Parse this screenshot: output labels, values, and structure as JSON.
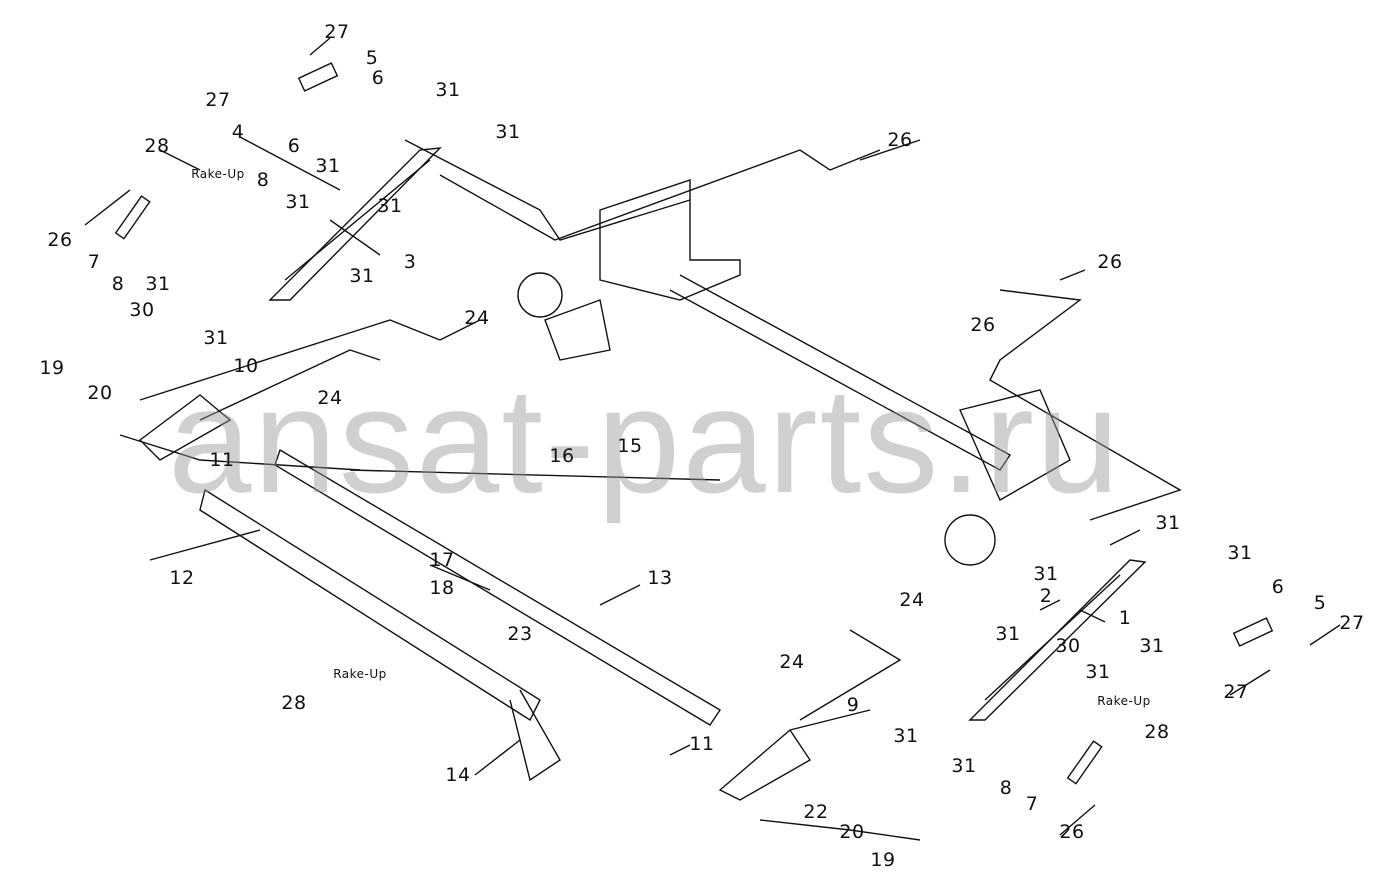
{
  "watermark": "ansat-parts.ru",
  "labels": [
    "27",
    "5",
    "27",
    "6",
    "31",
    "4",
    "6",
    "31",
    "31",
    "28",
    "Rake-Up",
    "8",
    "26",
    "31",
    "31",
    "3",
    "26",
    "7",
    "8",
    "31",
    "31",
    "30",
    "31",
    "24",
    "26",
    "26",
    "19",
    "10",
    "20",
    "24",
    "11",
    "16",
    "15",
    "31",
    "31",
    "12",
    "31",
    "17",
    "13",
    "2",
    "1",
    "6",
    "5",
    "18",
    "24",
    "27",
    "31",
    "23",
    "31",
    "30",
    "24",
    "31",
    "Rake-Up",
    "Rake-Up",
    "27",
    "28",
    "28",
    "9",
    "31",
    "11",
    "14",
    "31",
    "8",
    "7",
    "22",
    "20",
    "26",
    "19"
  ]
}
